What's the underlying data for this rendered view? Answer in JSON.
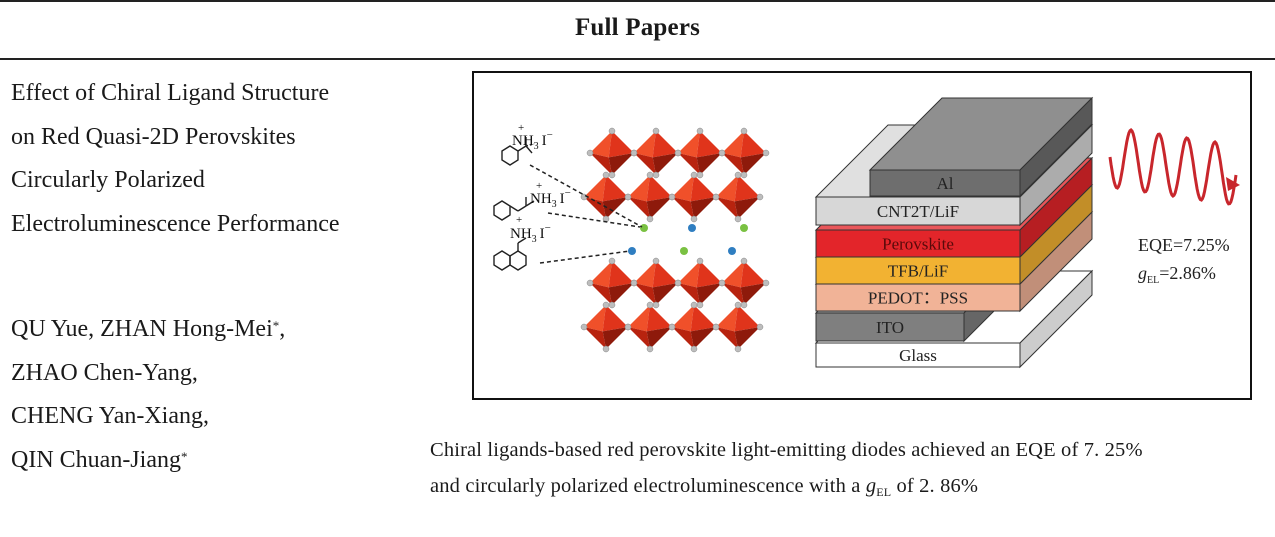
{
  "header": {
    "section": "Full Papers"
  },
  "article": {
    "title_lines": [
      "Effect of Chiral Ligand Structure",
      "on Red Quasi-2D Perovskites",
      "Circularly Polarized",
      "Electroluminescence Performance"
    ],
    "authors": [
      {
        "name": "QU Yue, ZHAN Hong-Mei",
        "mark": "*",
        "suffix": ","
      },
      {
        "name": "ZHAO Chen-Yang,",
        "mark": "",
        "suffix": ""
      },
      {
        "name": "CHENG Yan-Xiang,",
        "mark": "",
        "suffix": ""
      },
      {
        "name": "QIN Chuan-Jiang",
        "mark": "*",
        "suffix": ""
      }
    ]
  },
  "figure": {
    "ligands": [
      {
        "label": "NH",
        "sub": "3",
        "anion": "I",
        "charge_cation": "+",
        "charge_anion": "−"
      },
      {
        "label": "NH",
        "sub": "3",
        "anion": "I",
        "charge_cation": "+",
        "charge_anion": "−"
      },
      {
        "label": "NH",
        "sub": "3",
        "anion": "I",
        "charge_cation": "+",
        "charge_anion": "−"
      }
    ],
    "device_layers": [
      "Al",
      "CNT2T/LiF",
      "Perovskite",
      "TFB/LiF",
      "PEDOT：PSS",
      "ITO",
      "Glass"
    ],
    "layer_colors": {
      "Al": "#6e6e6e",
      "CNT2T/LiF": "#d7d7d7",
      "Perovskite": "#e3252a",
      "TFB/LiF": "#f2b232",
      "PEDOT：PSS": "#f1b397",
      "ITO": "#7f7f7f",
      "Glass": "#ffffff"
    },
    "eqe": {
      "label": "EQE=7.25%",
      "g_symbol": "g",
      "g_sub": "EL",
      "g_value": "=2.86%"
    },
    "octahedron_color": "#e0341b",
    "cation_dot_colors": [
      "#7ac142",
      "#2f7ec1"
    ],
    "wave_color": "#c8262c"
  },
  "caption": {
    "line1": "Chiral ligands-based red perovskite light-emitting diodes achieved an EQE of 7. 25%",
    "line2_pre": "and circularly polarized electroluminescence with a ",
    "line2_g": "g",
    "line2_sub": "EL",
    "line2_post": " of 2. 86%"
  }
}
